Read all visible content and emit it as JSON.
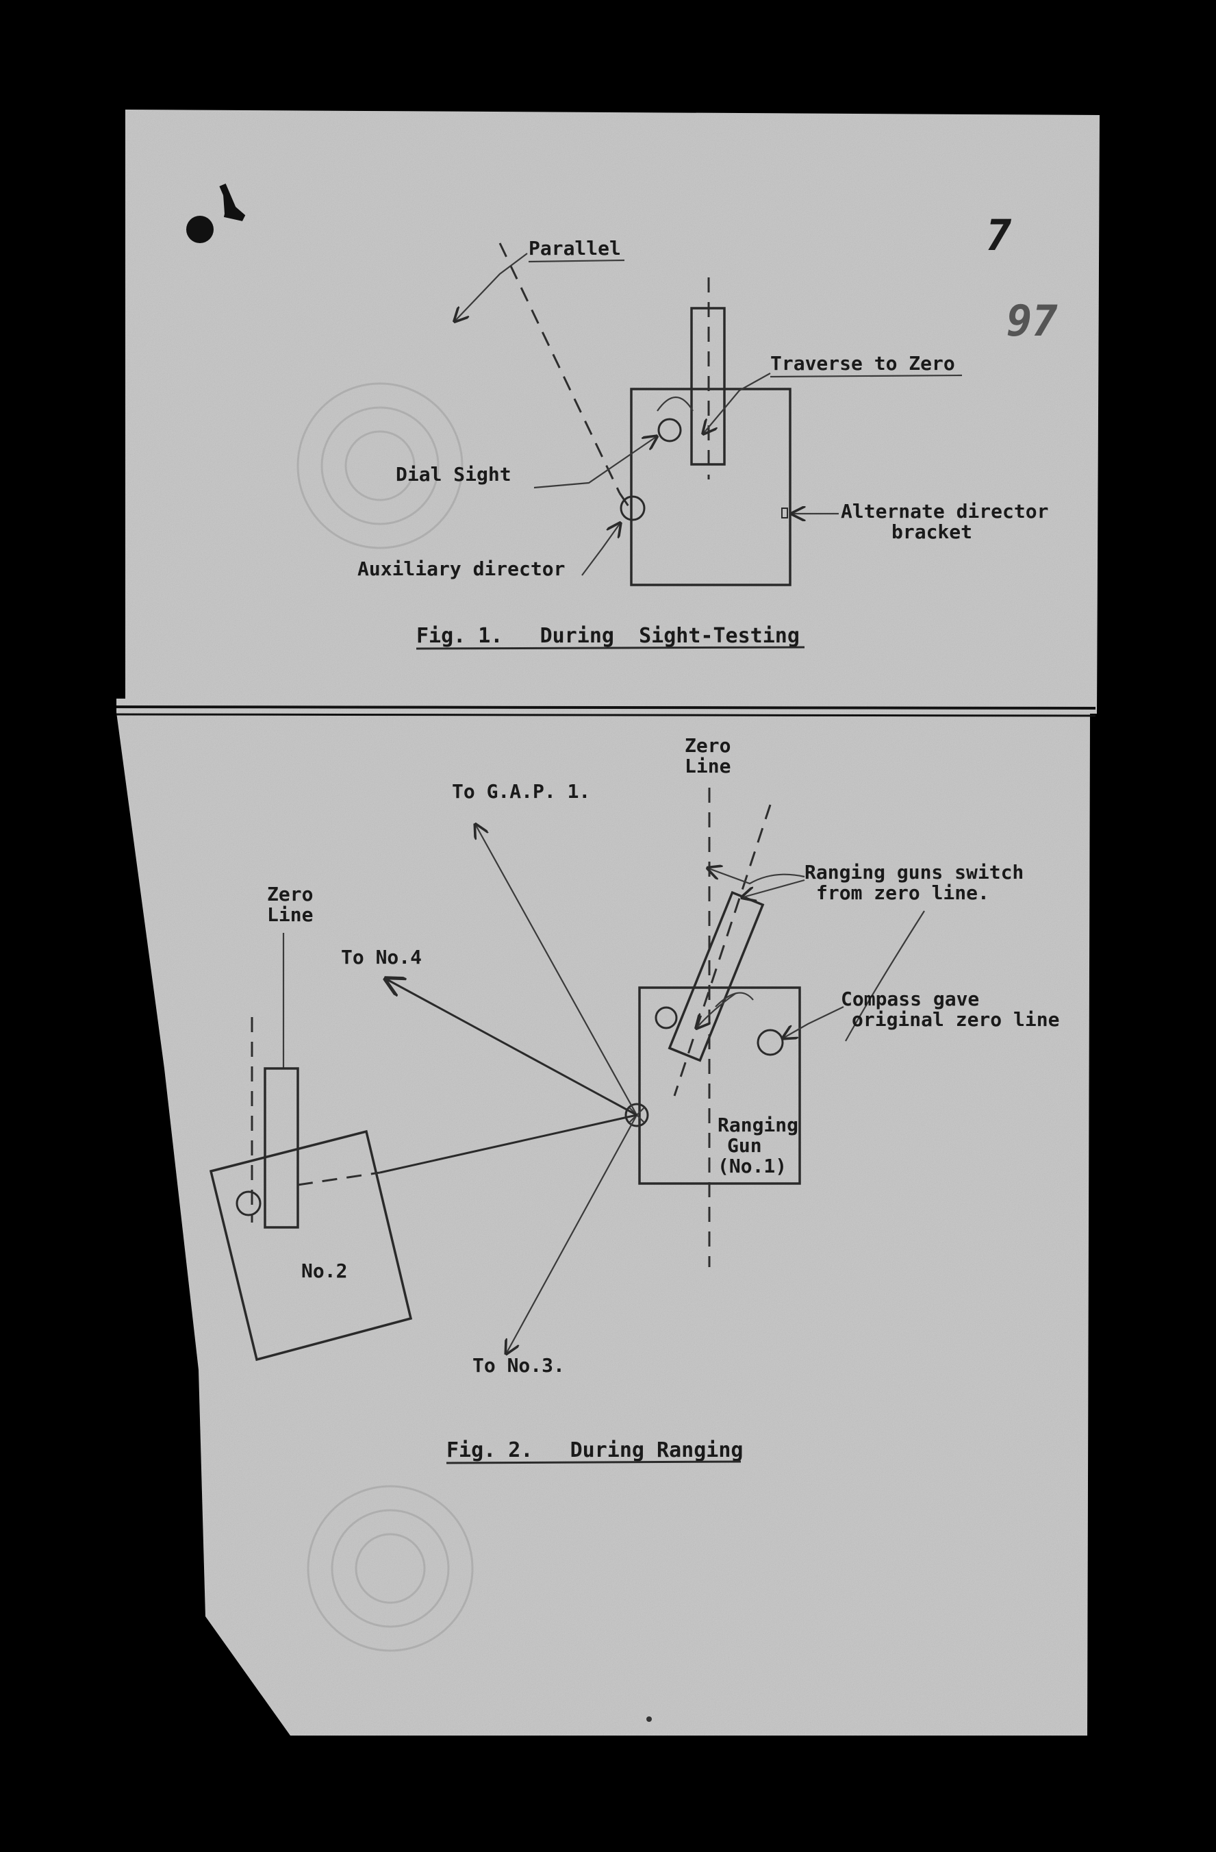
{
  "figure1": {
    "labels": {
      "parallel": "Parallel",
      "traverse": "Traverse to Zero",
      "dial_sight": "Dial Sight",
      "alt_director_1": "Alternate director",
      "alt_director_2": "bracket",
      "aux_director": "Auxiliary director"
    },
    "caption": "Fig. 1.   During  Sight-Testing"
  },
  "figure2": {
    "labels": {
      "zero_line_1": "Zero",
      "zero_line_2": "Line",
      "left_zero_1": "Zero",
      "left_zero_2": "Line",
      "to_gap": "To G.A.P. 1.",
      "to_no4": "To No.4",
      "to_no3": "To No.3.",
      "no2": "No.2",
      "ranging_switch_1": "Ranging guns switch",
      "ranging_switch_2": "from zero line.",
      "compass_1": "Compass gave",
      "compass_2": "original zero line",
      "ranging_gun_1": "Ranging",
      "ranging_gun_2": "Gun",
      "ranging_gun_3": "(No.1)"
    },
    "caption": "Fig. 2.   During Ranging"
  },
  "margin_marks": {
    "top_right_1": "7",
    "top_right_2": "97"
  },
  "colors": {
    "background": "#000000",
    "paper": "#c9c9c9",
    "ink": "#1a1a1a"
  }
}
